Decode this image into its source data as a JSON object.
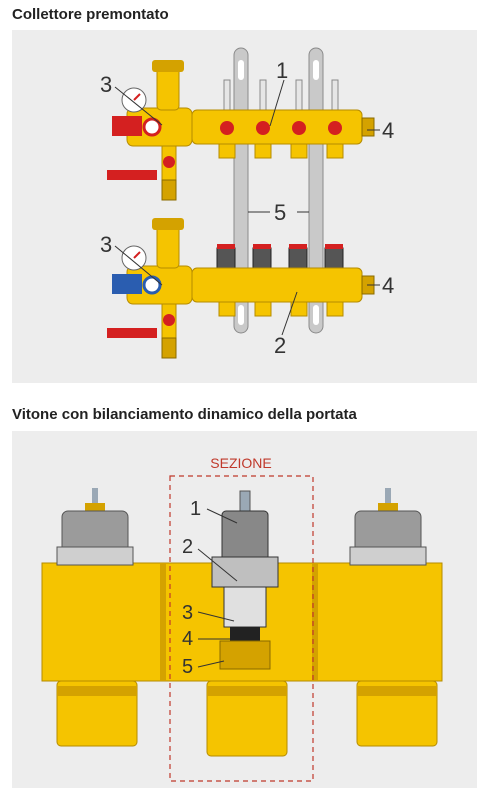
{
  "section1": {
    "heading": "Collettore premontato",
    "labels": {
      "top_3": "3",
      "top_1": "1",
      "top_4": "4",
      "mid_5": "5",
      "bottom_3": "3",
      "bottom_4": "4",
      "bottom_2": "2"
    }
  },
  "section2": {
    "heading": "Vitone con bilanciamento dinamico della portata",
    "sezione": "SEZIONE",
    "labels": {
      "l1": "1",
      "l2": "2",
      "l3": "3",
      "l4": "4",
      "l5": "5"
    }
  },
  "colors": {
    "panel_bg": "#ededed",
    "brass_yellow": "#f5c400",
    "brass_dark": "#d4a200",
    "valve_red": "#d42020",
    "valve_blue": "#2a5db0",
    "steel": "#b8b8b8",
    "section_dash": "#c0392b"
  }
}
